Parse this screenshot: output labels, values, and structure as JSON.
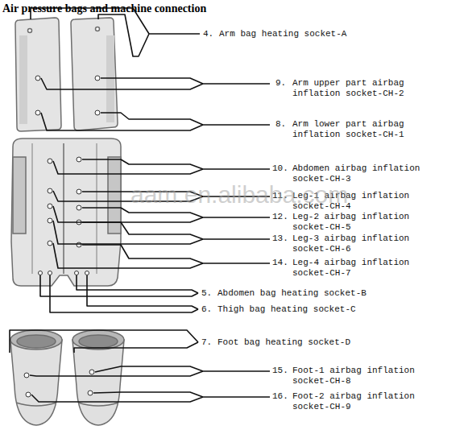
{
  "diagram": {
    "title": "Air pressure bags and machine connection",
    "labels": [
      "4.",
      "Arm bag heating socket-A",
      "9.",
      "Arm upper part airbag inflation socket-CH-2",
      "8.",
      "Arm lower part airbag inflation socket-CH-1",
      "10.",
      "Abdomen airbag inflation socket-CH-3",
      "11.",
      "Leg-1 airbag inflation socket-CH-4",
      "12.",
      "Leg-2 airbag inflation socket-CH-5",
      "13.",
      "Leg-3 airbag inflation socket-CH-6",
      "14.",
      "Leg-4 airbag inflation socket-CH-7",
      "5.",
      "Abdomen bag heating socket-B",
      "6.",
      "Thigh bag heating socket-C",
      "7.",
      "Foot bag heating socket-D",
      "15.",
      "Foot-1 airbag inflation socket-CH-8",
      "16.",
      "Foot-2 airbag inflation socket-CH-9",
      "aam.en.alibaba.com"
    ]
  }
}
